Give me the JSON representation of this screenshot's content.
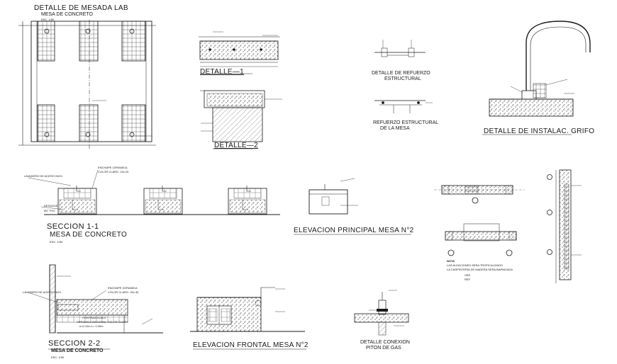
{
  "titles": {
    "detalle_mesada": "DETALLE  DE MESADA LAB",
    "mesa_concreto_top": "MESA DE CONCRETO",
    "esc_top": "ESC. 1/50",
    "detalle1": "DETALLE—1",
    "detalle2": "DETALLE—2",
    "refuerzo_title": "DETALLE  DE  REFUERZO",
    "refuerzo_sub": "ESTRUCTURAL",
    "refuerzo_mesa_1": "REFUERZO  ESTRUCTURAL",
    "refuerzo_mesa_2": "DE  LA  MESA",
    "grifo": "DETALLE  DE  INSTALAC.  GRIFO",
    "seccion11": "SECCION 1-1",
    "mesa_concreto_11": "MESA DE CONCRETO",
    "esc_11": "ESC. 1/50",
    "elev_principal": "ELEVACION PRINCIPAL MESA N°2",
    "seccion22": "SECCION 2-2",
    "mesa_concreto_22": "MESA DE CONCRETO",
    "esc_22": "ESC. 1/50",
    "elev_frontal": "ELEVACION FRONTAL MESA N°2",
    "conexion_1": "DETALLE CONEXION",
    "conexion_2": "PITON DE GAS"
  },
  "notes": {
    "lavadero_11": "LAVADERO DE ACERO INOX.",
    "enchape_11": "ENCHAPE CERAMICA",
    "color_11": "COLOR CLARO .20x.20",
    "desague_1": "DESAGUE",
    "desague_2": "Ø2\" PVC",
    "lavadero_22": "LAVADERO DE ACERO INOX.",
    "enchape_22": "ENCHAPE CERAMICA",
    "color_22": "COLOR CLARO .30x.30",
    "contrazocalo": "CONTRAZOCALO",
    "ceramica_22": "CERAMICA NACIONAL COLOR CLARO",
    "h_22": "h=0.10m  L= 0.30m",
    "nota_title": "NOTA",
    "nota_1": "LAS ALEACIONES SERA TROPICALIZADO",
    "nota_2": "LA CARPINTERIA DE MADERA SERA BARNIZADA",
    "ver": "VER",
    "ref": "REF."
  },
  "colors": {
    "line": "#1a1a1a",
    "hatch": "#555555",
    "paper": "#ffffff"
  }
}
